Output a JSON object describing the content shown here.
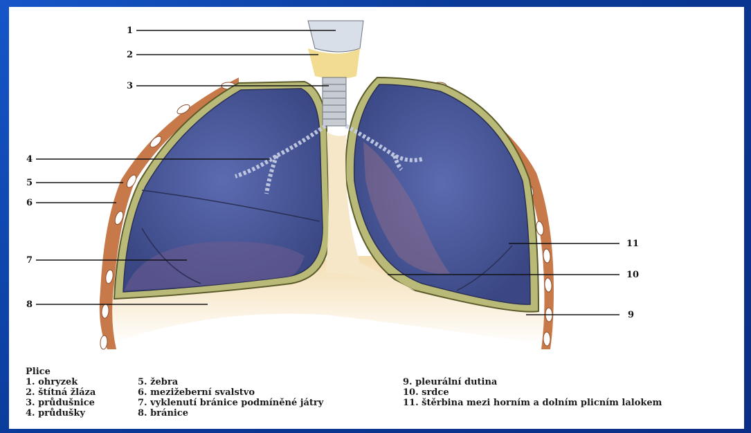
{
  "labels": [
    "1",
    "2",
    "3",
    "4",
    "5",
    "6",
    "7",
    "8",
    "9",
    "10",
    "11"
  ],
  "legend": {
    "title": "Plice",
    "col1": [
      "1. ohryzek",
      "2. štítná žláza",
      "3. průdušnice",
      "4. průdušky"
    ],
    "col2": [
      "5. žebra",
      "6. mezižeberní svalstvo",
      "7. vyklenutí bránice podmíněné játry",
      "8. bránice"
    ],
    "col3": [
      "9. pleurální dutina",
      "10. srdce",
      "11. štěrbina mezi horním a dolním plicním lalokem"
    ]
  },
  "colors": {
    "background": "#0b3d9c",
    "lung": "#4a5a9e",
    "chest_wall": "#c8794a",
    "pleura": "#b9b978",
    "heart_region": "#f6e7c8"
  }
}
